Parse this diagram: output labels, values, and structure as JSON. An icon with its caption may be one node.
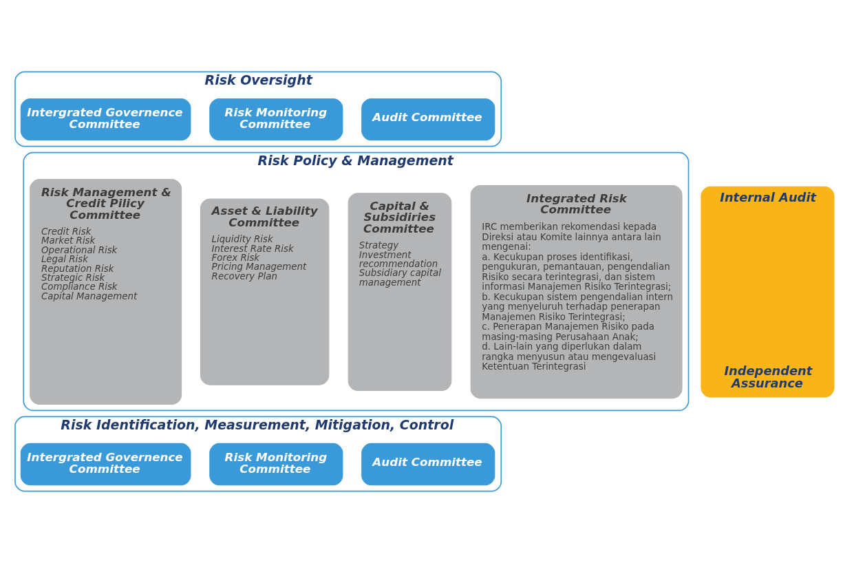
{
  "diagram": {
    "nodes": [
      {
        "text": [
          "Risk Oversight"
        ]
      },
      {
        "text": [
          "Intergrated Governence Committee"
        ],
        "in": 0
      },
      {
        "text": [
          "Risk Monitoring Committee"
        ],
        "in": 0
      },
      {
        "text": [
          "Audit Committee"
        ],
        "in": 0
      },
      {
        "text": [
          "Risk Policy & Management"
        ]
      },
      {
        "text": [
          "Risk Management & Credit Pilicy Committee",
          "Credit Risk",
          "Market Risk",
          "Operational Risk",
          "Legal Risk",
          "Reputation Risk",
          "Strategic Risk",
          "Compliance Risk",
          "Capital Management"
        ],
        "in": 4
      },
      {
        "text": [
          "Asset & Liability Committee",
          "Liquidity Risk",
          "Interest Rate Risk",
          "Forex Risk",
          "Pricing Management",
          "Recovery Plan"
        ],
        "in": 4
      },
      {
        "text": [
          "Capital & Subsidiries Committee",
          "Strategy",
          "Investment recommendation",
          "Subsidiary capital management"
        ],
        "in": 4
      },
      {
        "text": [
          "Integrated Risk Committee",
          "IRC memberikan rekomendasi kepada Direksi atau Komite lainnya antara lain mengenai:",
          "a. Kecukupan proses identifikasi, pengukuran, pemantauan, pengendalian Risiko secara terintegrasi, dan sistem informasi Manajemen Risiko Terintegrasi;",
          "b. Kecukupan sistem pengendalian intern yang menyeluruh terhadap penerapan Manajemen Risiko Terintegrasi;",
          "c. Penerapan Manajemen Risiko pada masing-masing Perusahaan Anak;",
          "d. Lain-lain yang diperlukan dalam rangka menyusun atau mengevaluasi Ketentuan Terintegrasi"
        ],
        "in": 4
      },
      {
        "text": [
          "Risk Identification, Measurement, Mitigation, Control"
        ]
      },
      {
        "text": [
          "Intergrated Governence Committee"
        ],
        "in": 9
      },
      {
        "text": [
          "Risk Monitoring Committee"
        ],
        "in": 9
      },
      {
        "text": [
          "Audit Committee"
        ],
        "in": 9
      },
      {
        "text": [
          "Internal Audit",
          "Independent Assurance"
        ]
      }
    ],
    "edges": []
  }
}
